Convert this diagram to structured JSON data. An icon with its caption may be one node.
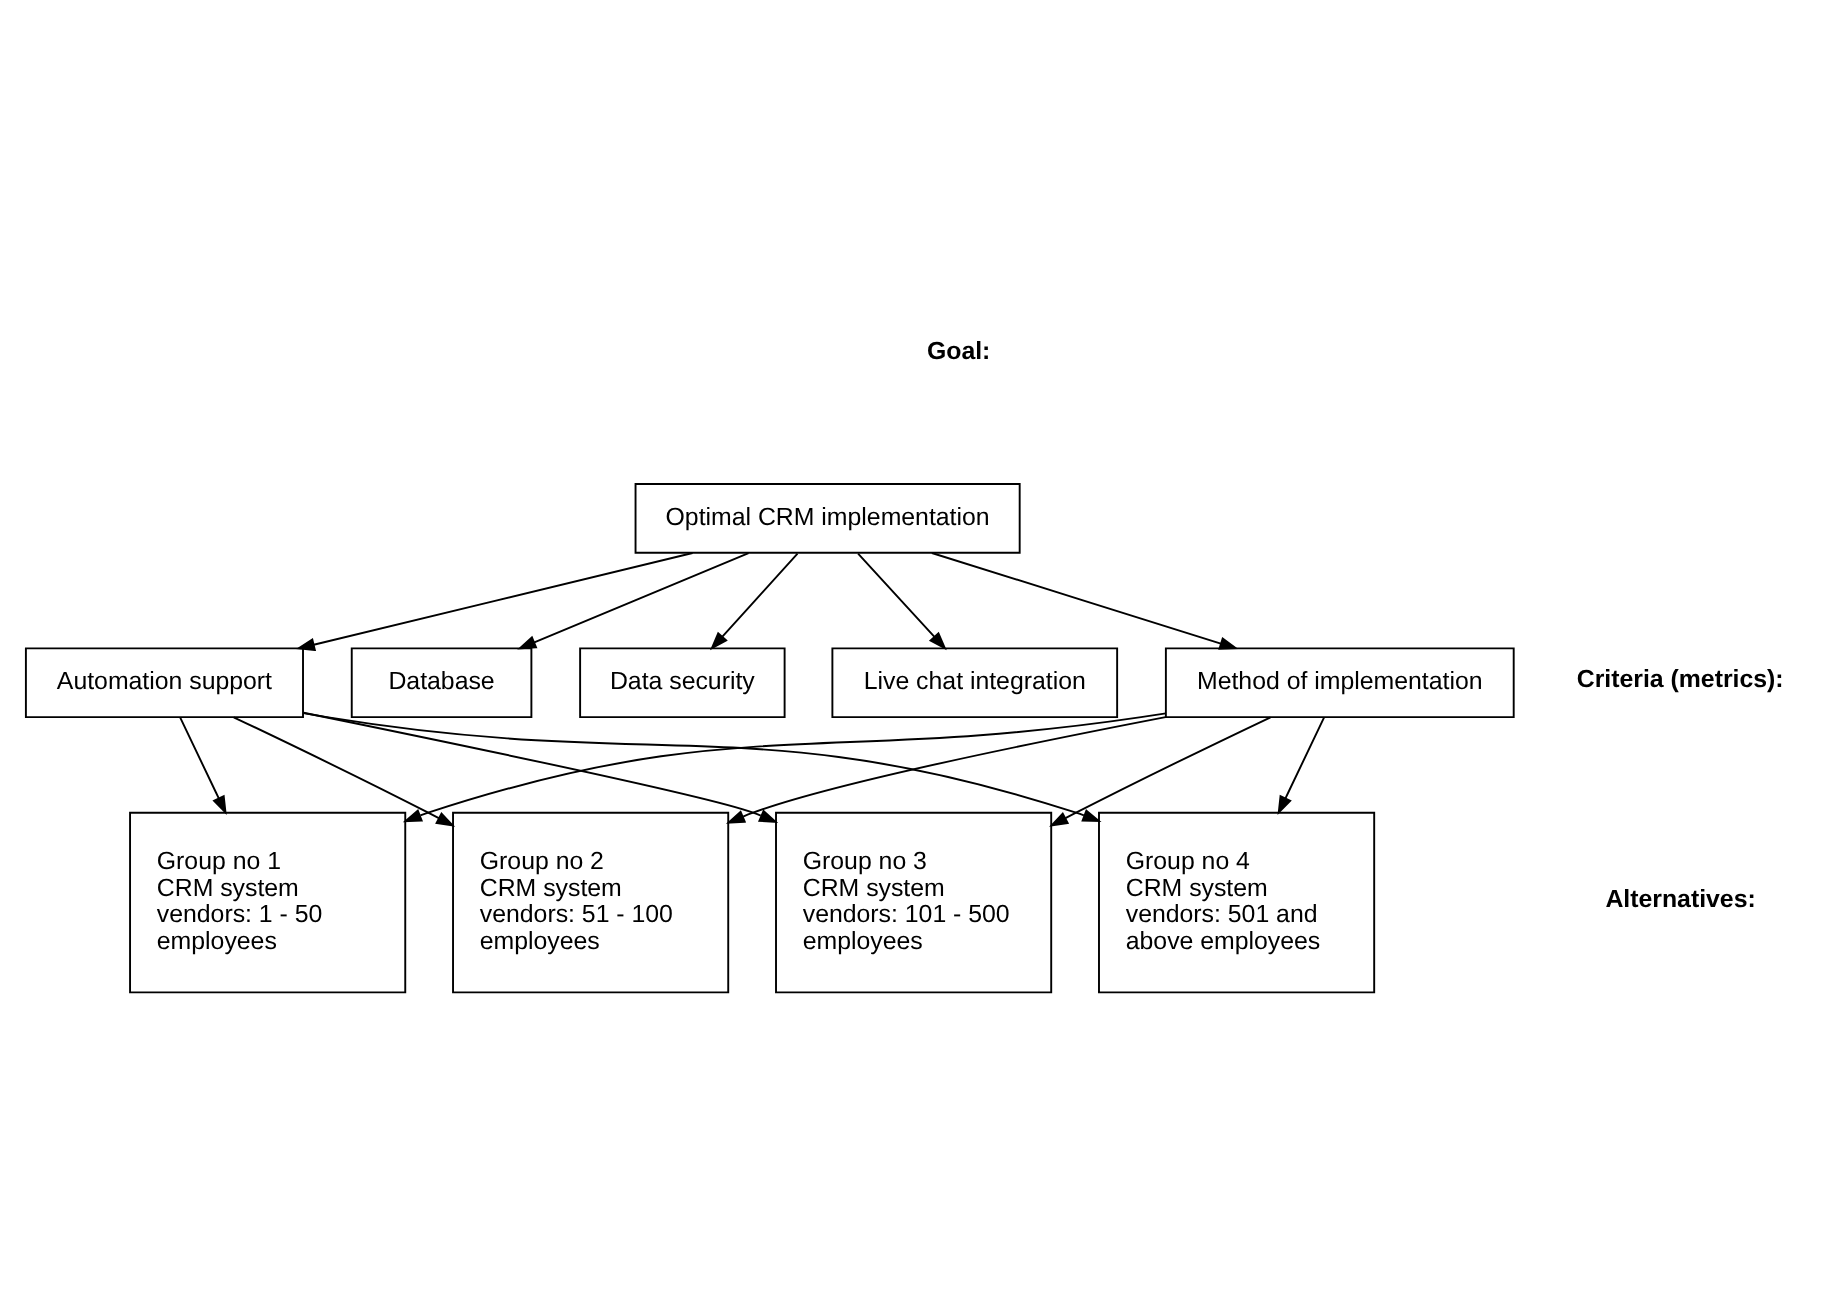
{
  "diagram": {
    "nodes": [
      {
        "text": [
          "Optimal CRM implementation"
        ]
      },
      {
        "text": [
          "Automation support"
        ]
      },
      {
        "text": [
          "Database"
        ]
      },
      {
        "text": [
          "Data security"
        ]
      },
      {
        "text": [
          "Live chat integration"
        ]
      },
      {
        "text": [
          "Method of implementation"
        ]
      },
      {
        "text": [
          "Group no 1",
          "CRM system vendors: 1 - 50 employees"
        ]
      },
      {
        "text": [
          "Group no 2",
          "CRM system vendors: 51 - 100 employees"
        ]
      },
      {
        "text": [
          "Group no 3",
          "CRM system vendors: 101 - 500 employees"
        ]
      },
      {
        "text": [
          "Group no 4",
          "CRM system vendors: 501 and above employees"
        ]
      }
    ],
    "edges": [
      {
        "from": 0,
        "to": 1,
        "arrow": "to"
      },
      {
        "from": 0,
        "to": 2,
        "arrow": "to"
      },
      {
        "from": 0,
        "to": 3,
        "arrow": "to"
      },
      {
        "from": 0,
        "to": 4,
        "arrow": "to"
      },
      {
        "from": 0,
        "to": 5,
        "arrow": "to"
      },
      {
        "from": 1,
        "to": 6,
        "arrow": "to"
      },
      {
        "from": 1,
        "to": 7,
        "arrow": "to"
      },
      {
        "from": 1,
        "to": 8,
        "arrow": "to"
      },
      {
        "from": 1,
        "to": 9,
        "arrow": "to"
      },
      {
        "from": 5,
        "to": 6,
        "arrow": "to"
      },
      {
        "from": 5,
        "to": 7,
        "arrow": "to"
      },
      {
        "from": 5,
        "to": 8,
        "arrow": "to"
      },
      {
        "from": 5,
        "to": 9,
        "arrow": "to"
      }
    ],
    "labels": [
      "Goal:",
      "Criteria (metrics):",
      "Alternatives:"
    ]
  }
}
